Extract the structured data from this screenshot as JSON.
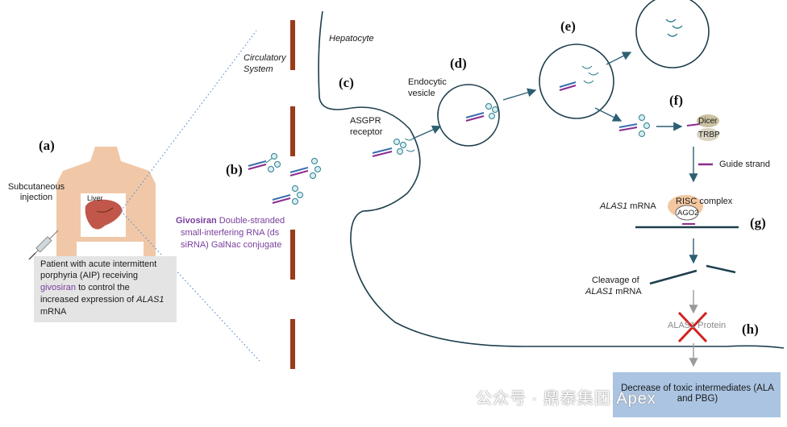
{
  "labels": {
    "a": "(a)",
    "b": "(b)",
    "c": "(c)",
    "d": "(d)",
    "e": "(e)",
    "f": "(f)",
    "g": "(g)",
    "h": "(h)"
  },
  "body": {
    "injection": "Subcutaneous injection",
    "liver": "Liver",
    "patient_line1": "Patient with acute intermittent",
    "patient_line2": "porphyria  (AIP) receiving",
    "patient_drug": "givosiran",
    "patient_line3": " to control the",
    "patient_line4": "increased expression of ",
    "patient_gene": "ALAS1",
    "patient_line5": "mRNA"
  },
  "circulation": {
    "line1": "Circulatory",
    "line2": "System"
  },
  "hepatocyte": "Hepatocyte",
  "givosiran": {
    "name": "Givosiran",
    "desc1": " Double-stranded",
    "desc2": "small-interfering RNA (ds",
    "desc3": "siRNA) GalNac conjugate"
  },
  "asgpr": {
    "line1": "ASGPR",
    "line2": "receptor"
  },
  "endocytic": {
    "line1": "Endocytic",
    "line2": "vesicle"
  },
  "dicer": "Dicer",
  "trbp": "TRBP",
  "guide_strand": "Guide strand",
  "mrna_gene": "ALAS1",
  "mrna_suffix": " mRNA",
  "risc": "RISC complex",
  "ago2": "AGO2",
  "cleavage": {
    "line1": "Cleavage of",
    "gene": "ALAS1",
    "line2": " mRNA"
  },
  "protein": "ALAS1  Protein",
  "outcome": "Decrease of toxic intermediates (ALA and PBG)",
  "watermark": "公众号 · 鼎泰集团 Apex",
  "colors": {
    "membrane_bar": "#9b3b1a",
    "arrow": "#2d5f73",
    "purple": "#7a3f9d",
    "rna_blue": "#3a6fb0",
    "rna_purple": "#8a2b8f",
    "galnac": "#2e7f8f",
    "ribbon": "#aac4e2",
    "cross": "#d42020"
  }
}
